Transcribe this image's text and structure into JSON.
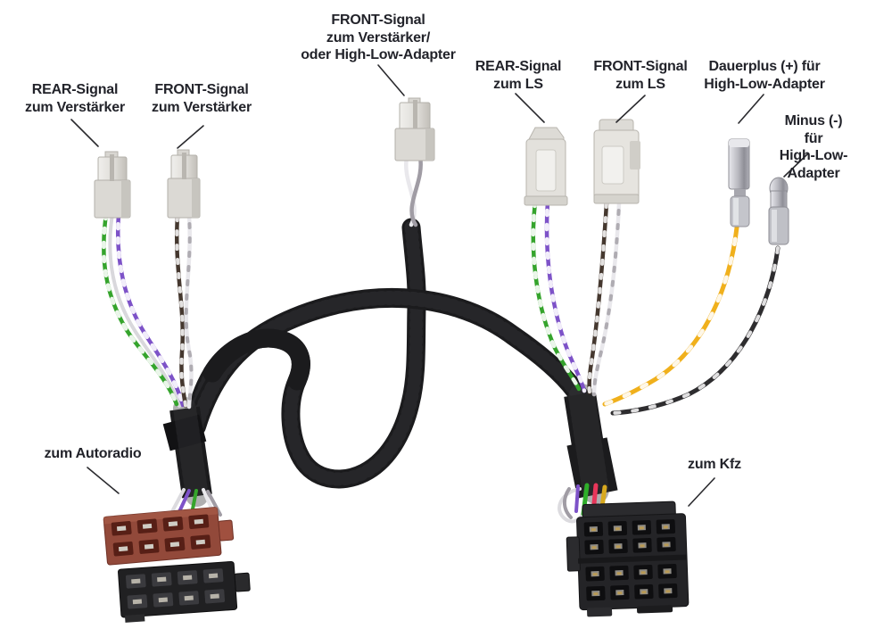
{
  "diagram": {
    "description": "Car audio wiring harness adapter with annotated connectors",
    "language": "de"
  },
  "labels": {
    "rear_to_amp": "REAR-Signal\nzum Verstärker",
    "front_to_amp": "FRONT-Signal\nzum Verstärker",
    "front_to_amp_or_hla": "FRONT-Signal\nzum Verstärker/\noder High-Low-Adapter",
    "rear_to_ls": "REAR-Signal\nzum LS",
    "front_to_ls": "FRONT-Signal\nzum LS",
    "dauerplus": "Dauerplus (+) für\nHigh-Low-Adapter",
    "minus": "Minus (-) für\nHigh-Low-Adapter",
    "to_autoradio": "zum Autoradio",
    "to_kfz": "zum Kfz"
  },
  "colors": {
    "background": "#ffffff",
    "label_text": "#22232a",
    "leader_line": "#2a2a2e",
    "sleeve_black": "#1b1b1d",
    "wire_green": "#35a42c",
    "wire_purple": "#7d52c8",
    "wire_white": "#e9e8ec",
    "wire_gray": "#a09ca4",
    "wire_dark_brown": "#45382f",
    "wire_yellow": "#f0b01c",
    "wire_black": "#2e2d2f",
    "wire_red": "#e8365a",
    "connector_white": "#e3e1dc",
    "iso_brown": "#92493a",
    "iso_black": "#202022",
    "kfz_block_black": "#242427",
    "terminal_silver": "#c9c9ce"
  },
  "parts": {
    "rear_amp_plug": "2-pin plug, REAR signal to amplifier",
    "front_amp_plug": "2-pin plug, FRONT signal to amplifier",
    "front_amp_hla_plug": "2-pin plug, FRONT signal to amplifier or high-low adapter",
    "rear_ls_socket": "2-pin socket, REAR signal to speakers",
    "front_ls_socket": "2-pin socket, FRONT signal to speakers",
    "dauerplus_terminal": "female spade terminal, permanent +12V for high-low adapter",
    "minus_terminal": "round bullet terminal, ground for high-low adapter",
    "autoradio_connectors": "brown + black ISO 8-pin plugs to head unit",
    "kfz_connector": "black ISO double socket block to vehicle"
  }
}
